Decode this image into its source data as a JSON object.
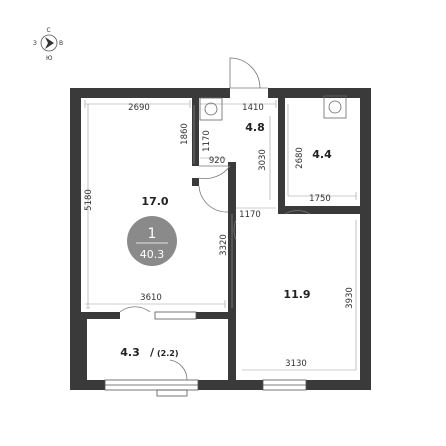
{
  "compass": {
    "north": "С",
    "east": "В",
    "south": "Ю",
    "west": "З"
  },
  "badge": {
    "rooms": "1",
    "total_area": "40.3",
    "color": "#8a8a8a"
  },
  "rooms": {
    "living": "17.0",
    "bathroom": "4.8",
    "wc": "4.4",
    "kitchen": "11.9",
    "loggia_main": "4.3",
    "loggia_sep": "/",
    "loggia_reduced": "(2.2)"
  },
  "dimensions": {
    "living_width": "2690",
    "living_depth": "5180",
    "living_bottom_width": "3610",
    "bath_width": "1410",
    "bath_niche": "1170",
    "wc_height": "2680",
    "wc_width": "1750",
    "wardrobe_depth": "1860",
    "wardrobe_width": "920",
    "hall_height": "3030",
    "hall_width": "1170",
    "hall_lower": "3320",
    "kitchen_width": "3130",
    "kitchen_depth": "3930"
  },
  "colors": {
    "wall": "#3a3a3a",
    "line": "#9a9a9a"
  }
}
